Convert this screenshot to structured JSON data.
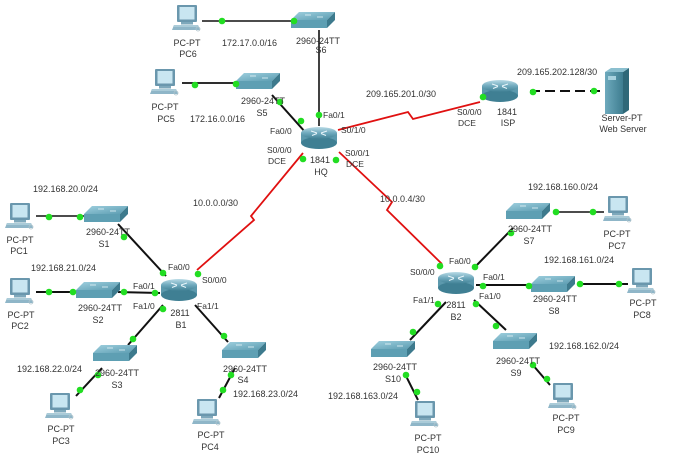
{
  "title": "Packet Tracer network topology",
  "colors": {
    "ethernet": "#111111",
    "serial": "#e01010",
    "port_up": "#22dd22",
    "device_fill": "#5f9fb3",
    "device_dark": "#3f7f93",
    "label": "#333333"
  },
  "devices": [
    {
      "id": "HQ",
      "type": "router",
      "model": "1841",
      "name": "HQ"
    },
    {
      "id": "ISP",
      "type": "router",
      "model": "1841",
      "name": "ISP"
    },
    {
      "id": "B1",
      "type": "router",
      "model": "2811",
      "name": "B1"
    },
    {
      "id": "B2",
      "type": "router",
      "model": "2811",
      "name": "B2"
    },
    {
      "id": "WebServer",
      "type": "server",
      "model": "Server-PT",
      "name": "Web Server"
    },
    {
      "id": "S1",
      "type": "switch",
      "model": "2960-24TT",
      "name": "S1"
    },
    {
      "id": "S2",
      "type": "switch",
      "model": "2960-24TT",
      "name": "S2"
    },
    {
      "id": "S3",
      "type": "switch",
      "model": "2960-24TT",
      "name": "S3"
    },
    {
      "id": "S4",
      "type": "switch",
      "model": "2960-24TT",
      "name": "S4"
    },
    {
      "id": "S5",
      "type": "switch",
      "model": "2960-24TT",
      "name": "S5"
    },
    {
      "id": "S6",
      "type": "switch",
      "model": "2960-24TT",
      "name": "S6"
    },
    {
      "id": "S7",
      "type": "switch",
      "model": "2960-24TT",
      "name": "S7"
    },
    {
      "id": "S8",
      "type": "switch",
      "model": "2960-24TT",
      "name": "S8"
    },
    {
      "id": "S9",
      "type": "switch",
      "model": "2960-24TT",
      "name": "S9"
    },
    {
      "id": "S10",
      "type": "switch",
      "model": "2960-24TT",
      "name": "S10"
    },
    {
      "id": "PC1",
      "type": "pc",
      "model": "PC-PT",
      "name": "PC1"
    },
    {
      "id": "PC2",
      "type": "pc",
      "model": "PC-PT",
      "name": "PC2"
    },
    {
      "id": "PC3",
      "type": "pc",
      "model": "PC-PT",
      "name": "PC3"
    },
    {
      "id": "PC4",
      "type": "pc",
      "model": "PC-PT",
      "name": "PC4"
    },
    {
      "id": "PC5",
      "type": "pc",
      "model": "PC-PT",
      "name": "PC5"
    },
    {
      "id": "PC6",
      "type": "pc",
      "model": "PC-PT",
      "name": "PC6"
    },
    {
      "id": "PC7",
      "type": "pc",
      "model": "PC-PT",
      "name": "PC7"
    },
    {
      "id": "PC8",
      "type": "pc",
      "model": "PC-PT",
      "name": "PC8"
    },
    {
      "id": "PC9",
      "type": "pc",
      "model": "PC-PT",
      "name": "PC9"
    },
    {
      "id": "PC10",
      "type": "pc",
      "model": "PC-PT",
      "name": "PC10"
    }
  ],
  "links": [
    {
      "from": "PC6",
      "to": "S6",
      "type": "ethernet"
    },
    {
      "from": "S6",
      "to": "HQ",
      "type": "ethernet"
    },
    {
      "from": "PC5",
      "to": "S5",
      "type": "ethernet"
    },
    {
      "from": "S5",
      "to": "HQ",
      "type": "ethernet"
    },
    {
      "from": "HQ",
      "to": "ISP",
      "type": "serial"
    },
    {
      "from": "ISP",
      "to": "WebServer",
      "type": "crossover"
    },
    {
      "from": "HQ",
      "to": "B1",
      "type": "serial"
    },
    {
      "from": "HQ",
      "to": "B2",
      "type": "serial"
    },
    {
      "from": "PC1",
      "to": "S1",
      "type": "ethernet"
    },
    {
      "from": "S1",
      "to": "B1",
      "type": "ethernet"
    },
    {
      "from": "PC2",
      "to": "S2",
      "type": "ethernet"
    },
    {
      "from": "S2",
      "to": "B1",
      "type": "ethernet"
    },
    {
      "from": "B1",
      "to": "S3",
      "type": "ethernet"
    },
    {
      "from": "S3",
      "to": "PC3",
      "type": "ethernet"
    },
    {
      "from": "B1",
      "to": "S4",
      "type": "ethernet"
    },
    {
      "from": "S4",
      "to": "PC4",
      "type": "ethernet"
    },
    {
      "from": "B2",
      "to": "S7",
      "type": "ethernet"
    },
    {
      "from": "S7",
      "to": "PC7",
      "type": "ethernet"
    },
    {
      "from": "B2",
      "to": "S8",
      "type": "ethernet"
    },
    {
      "from": "S8",
      "to": "PC8",
      "type": "ethernet"
    },
    {
      "from": "B2",
      "to": "S9",
      "type": "ethernet"
    },
    {
      "from": "S9",
      "to": "PC9",
      "type": "ethernet"
    },
    {
      "from": "B2",
      "to": "S10",
      "type": "ethernet"
    },
    {
      "from": "S10",
      "to": "PC10",
      "type": "ethernet"
    }
  ],
  "networks": {
    "n_pc6": "172.17.0.0/16",
    "n_pc5": "172.16.0.0/16",
    "n_isp": "209.165.201.0/30",
    "n_web": "209.165.202.128/30",
    "n_b1": "10.0.0.0/30",
    "n_b2": "10.0.0.4/30",
    "n_20": "192.168.20.0/24",
    "n_21": "192.168.21.0/24",
    "n_22": "192.168.22.0/24",
    "n_23": "192.168.23.0/24",
    "n_160": "192.168.160.0/24",
    "n_161": "192.168.161.0/24",
    "n_162": "192.168.162.0/24",
    "n_163": "192.168.163.0/24"
  },
  "ports": {
    "hq_fa01": "Fa0/1",
    "hq_fa00": "Fa0/0",
    "hq_s010": "S0/1/0",
    "hq_s000": "S0/0/0",
    "hq_s000_dce": "DCE",
    "hq_s001": "S0/0/1",
    "hq_s001_dce": "DCE",
    "isp_s000": "S0/0/0",
    "isp_s000_dce": "DCE",
    "b1_fa00": "Fa0/0",
    "b1_fa01": "Fa0/1",
    "b1_fa10": "Fa1/0",
    "b1_fa11": "Fa1/1",
    "b1_s000": "S0/0/0",
    "b2_fa00": "Fa0/0",
    "b2_fa01": "Fa0/1",
    "b2_fa10": "Fa1/0",
    "b2_fa11": "Fa1/1",
    "b2_s000": "S0/0/0"
  }
}
